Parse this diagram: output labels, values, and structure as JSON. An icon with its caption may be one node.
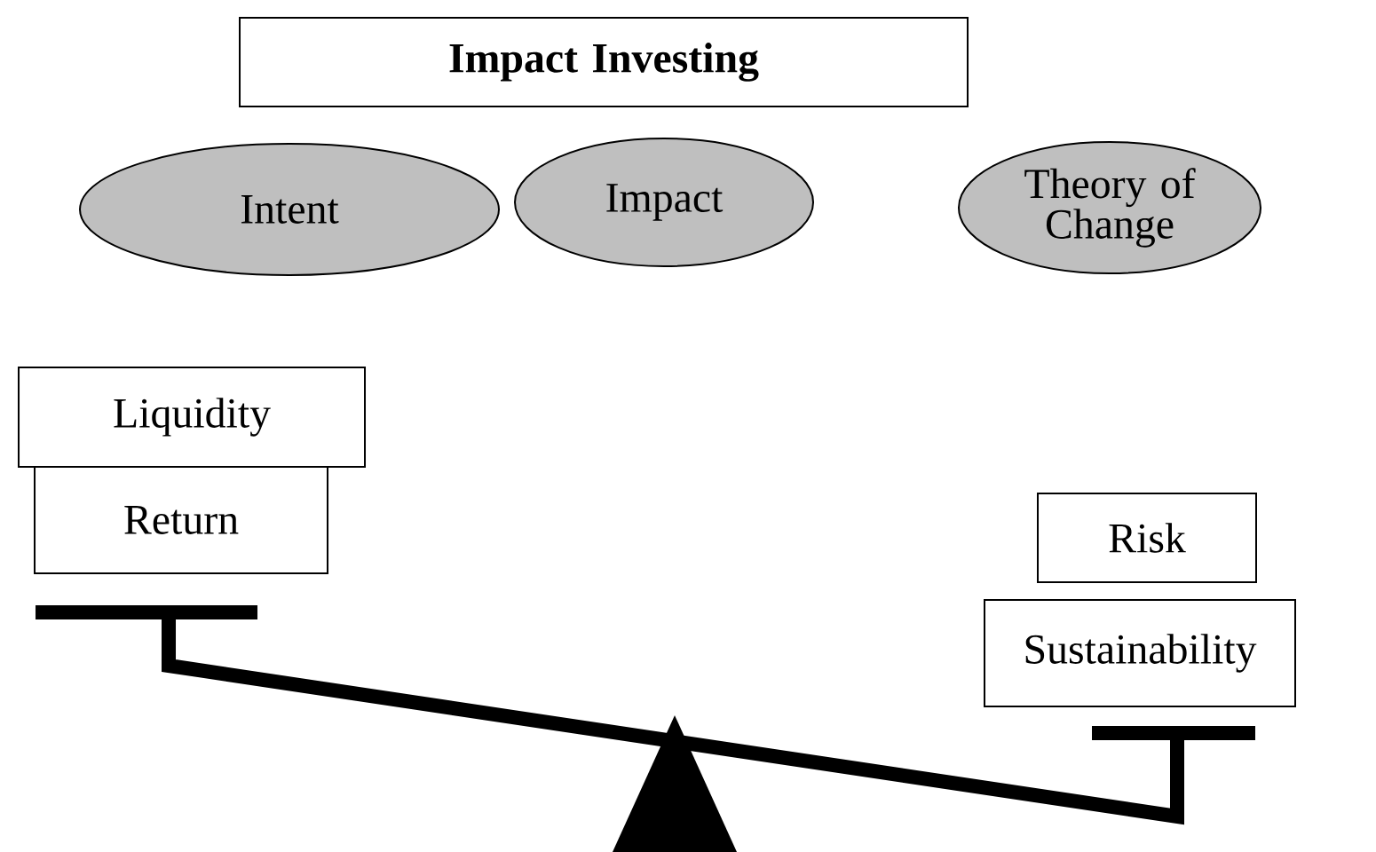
{
  "diagram": {
    "nodes": [
      {
        "text": [
          "Impact Investing"
        ]
      },
      {
        "text": [
          "Intent"
        ]
      },
      {
        "text": [
          "Impact"
        ]
      },
      {
        "text": [
          "Theory of Change"
        ]
      },
      {
        "text": [
          "Liquidity"
        ]
      },
      {
        "text": [
          "Return"
        ]
      },
      {
        "text": [
          "Risk"
        ]
      },
      {
        "text": [
          "Sustainability"
        ]
      }
    ]
  }
}
